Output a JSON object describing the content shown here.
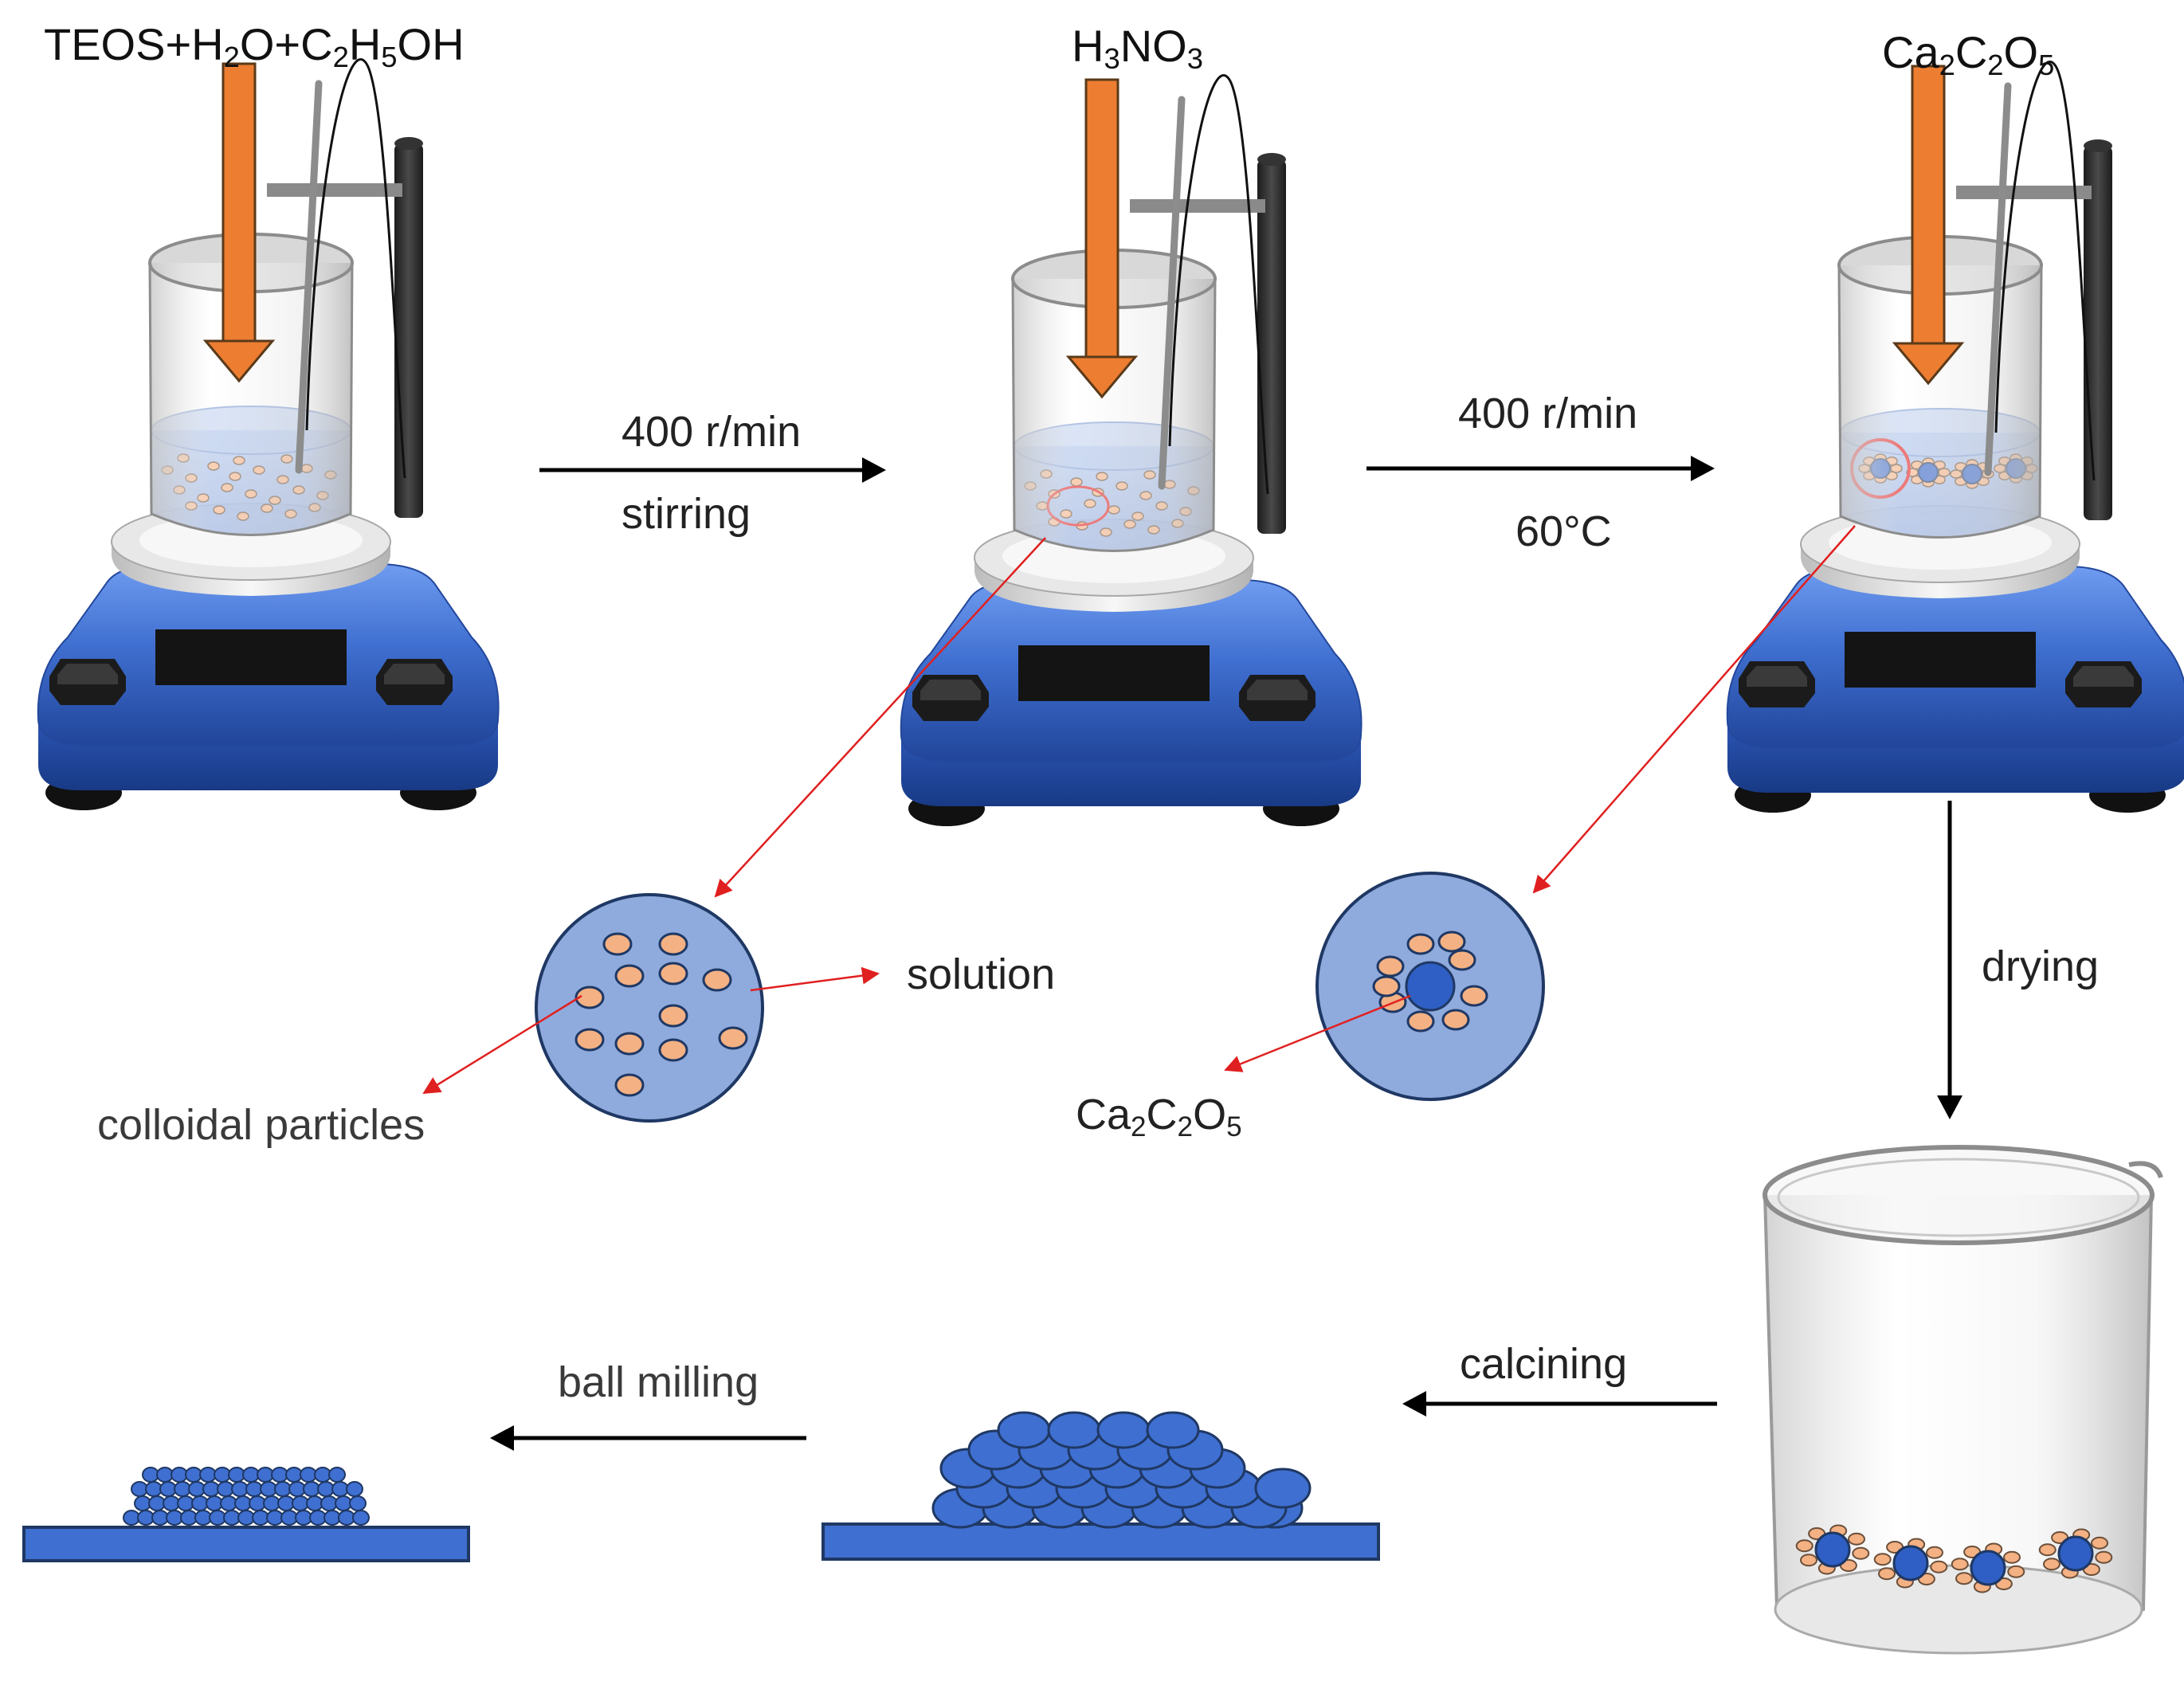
{
  "reagents": {
    "step1": {
      "parts": [
        {
          "t": "TEOS+H"
        },
        {
          "t": "2",
          "s": 1
        },
        {
          "t": "O+C"
        },
        {
          "t": "2",
          "s": 1
        },
        {
          "t": "H"
        },
        {
          "t": "5",
          "s": 1
        },
        {
          "t": "OH"
        }
      ]
    },
    "step2": {
      "parts": [
        {
          "t": "H"
        },
        {
          "t": "3",
          "s": 1
        },
        {
          "t": "NO"
        },
        {
          "t": "3",
          "s": 1
        }
      ]
    },
    "step3": {
      "parts": [
        {
          "t": "Ca"
        },
        {
          "t": "2",
          "s": 1
        },
        {
          "t": "C"
        },
        {
          "t": "2",
          "s": 1
        },
        {
          "t": "O"
        },
        {
          "t": "5",
          "s": 1
        }
      ]
    }
  },
  "arrows": {
    "a1": {
      "top": "400 r/min",
      "bottom": "stirring"
    },
    "a2": {
      "top": "400 r/min",
      "bottom": "60°C"
    },
    "drying": "drying",
    "calcining": "calcining",
    "ball_milling": "ball milling"
  },
  "callouts": {
    "solution": "solution",
    "colloidal": "colloidal particles",
    "product": {
      "parts": [
        {
          "t": "Ca"
        },
        {
          "t": "2",
          "s": 1
        },
        {
          "t": "C"
        },
        {
          "t": "2",
          "s": 1
        },
        {
          "t": "O"
        },
        {
          "t": "5",
          "s": 1
        }
      ]
    }
  },
  "colors": {
    "stirrer_blue": "#3f6fd0",
    "arrow_orange": "#ed7d31",
    "particle_orange": "#f4b183",
    "core_blue": "#2f5fc4",
    "inset_fill": "#8faadc",
    "pointer_red": "#e02020"
  }
}
